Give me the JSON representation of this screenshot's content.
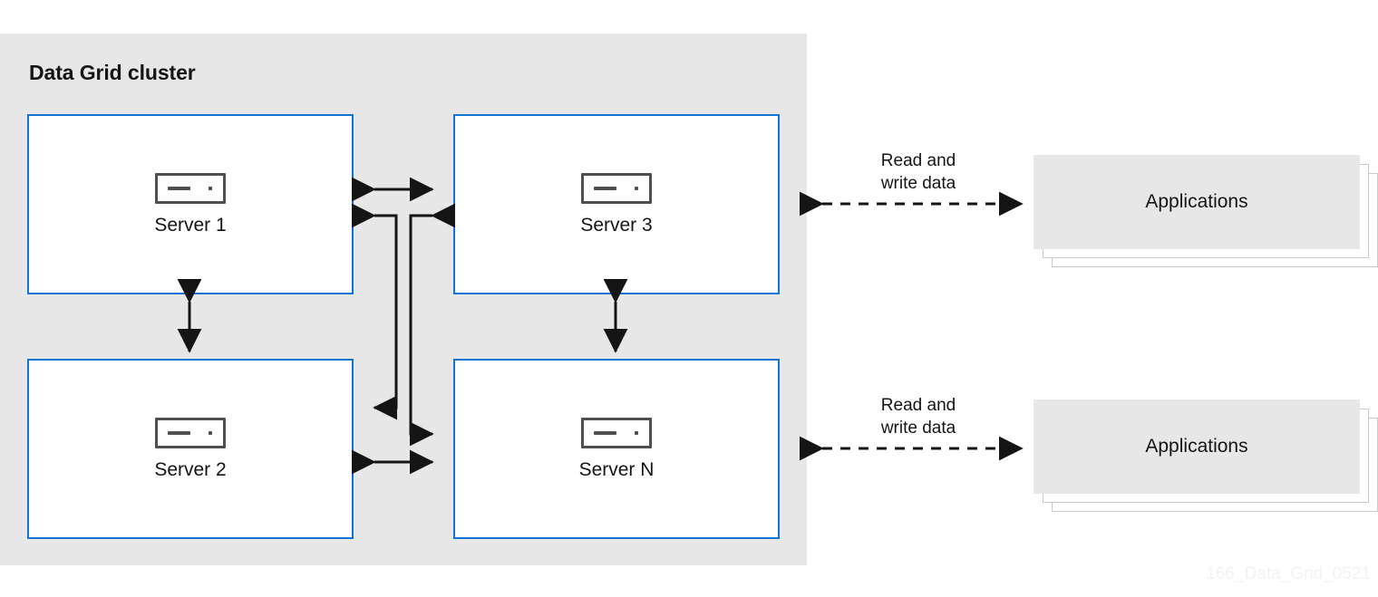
{
  "diagram": {
    "title": "Data Grid cluster",
    "watermark": "166_Data_Grid_0521",
    "colors": {
      "panel_background": "#e7e7e7",
      "server_border_blue": "#1274d4",
      "server_icon_gray": "#4f6f6f",
      "text": "#151515",
      "arrow": "#151515",
      "app_card_fill": "#e7e7e7",
      "app_card_border": "#c9c9c9",
      "watermark": "#f2f2f2"
    },
    "servers": [
      {
        "id": "server-1",
        "label": "Server 1",
        "icon": "server-rack-icon"
      },
      {
        "id": "server-3",
        "label": "Server 3",
        "icon": "server-rack-icon"
      },
      {
        "id": "server-2",
        "label": "Server 2",
        "icon": "server-rack-icon"
      },
      {
        "id": "server-n",
        "label": "Server N",
        "icon": "server-rack-icon"
      }
    ],
    "applications": [
      {
        "id": "applications-top",
        "label": "Applications"
      },
      {
        "id": "applications-bottom",
        "label": "Applications"
      }
    ],
    "links": [
      {
        "id": "link-top",
        "label": "Read and write data",
        "line": "dashed",
        "heads": "both"
      },
      {
        "id": "link-bottom",
        "label": "Read and write data",
        "line": "dashed",
        "heads": "both"
      }
    ],
    "link_label_lines": {
      "line1": "Read and",
      "line2": "write data"
    },
    "cluster_connections": [
      {
        "from": "server-1",
        "to": "server-3",
        "style": "solid",
        "heads": "both"
      },
      {
        "from": "server-1",
        "to": "server-n",
        "style": "solid",
        "heads": "both"
      },
      {
        "from": "server-2",
        "to": "server-3",
        "style": "solid",
        "heads": "both"
      },
      {
        "from": "server-2",
        "to": "server-n",
        "style": "solid",
        "heads": "both"
      },
      {
        "from": "server-1",
        "to": "server-2",
        "style": "solid",
        "heads": "both"
      },
      {
        "from": "server-3",
        "to": "server-n",
        "style": "solid",
        "heads": "both"
      }
    ]
  }
}
